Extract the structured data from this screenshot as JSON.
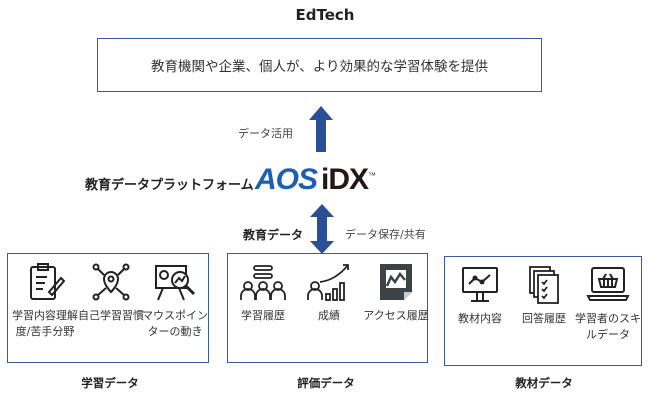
{
  "title": "EdTech",
  "top_box_text": "教育機関や企業、個人が、より効果的な学習体験を提供",
  "arrow_up_label": "データ活用",
  "platform_label": "教育データプラットフォーム",
  "logo": {
    "part1": "AOS",
    "part2": "iDX",
    "tm": "™"
  },
  "edu_data_label": "教育データ",
  "store_label": "データ保存/共有",
  "colors": {
    "accent": "#2b4f94",
    "logo_blue": "#1a5fb4",
    "border": "#3a5a9a"
  },
  "groups": [
    {
      "caption": "学習データ",
      "items": [
        {
          "icon": "clipboard-icon",
          "label": "学習内容理解度/苦手分野"
        },
        {
          "icon": "network-pin-icon",
          "label": "自己学習習慣"
        },
        {
          "icon": "presentation-magnifier-icon",
          "label": "マウスポインターの動き"
        }
      ]
    },
    {
      "caption": "評価データ",
      "items": [
        {
          "icon": "group-icon",
          "label": "学習履歴"
        },
        {
          "icon": "growth-chart-icon",
          "label": "成績"
        },
        {
          "icon": "report-chart-icon",
          "label": "アクセス履歴"
        }
      ]
    },
    {
      "caption": "教材データ",
      "items": [
        {
          "icon": "monitor-chart-icon",
          "label": "教材内容"
        },
        {
          "icon": "checklist-docs-icon",
          "label": "回答履歴"
        },
        {
          "icon": "laptop-basket-icon",
          "label": "学習者のスキルデータ"
        }
      ]
    }
  ]
}
